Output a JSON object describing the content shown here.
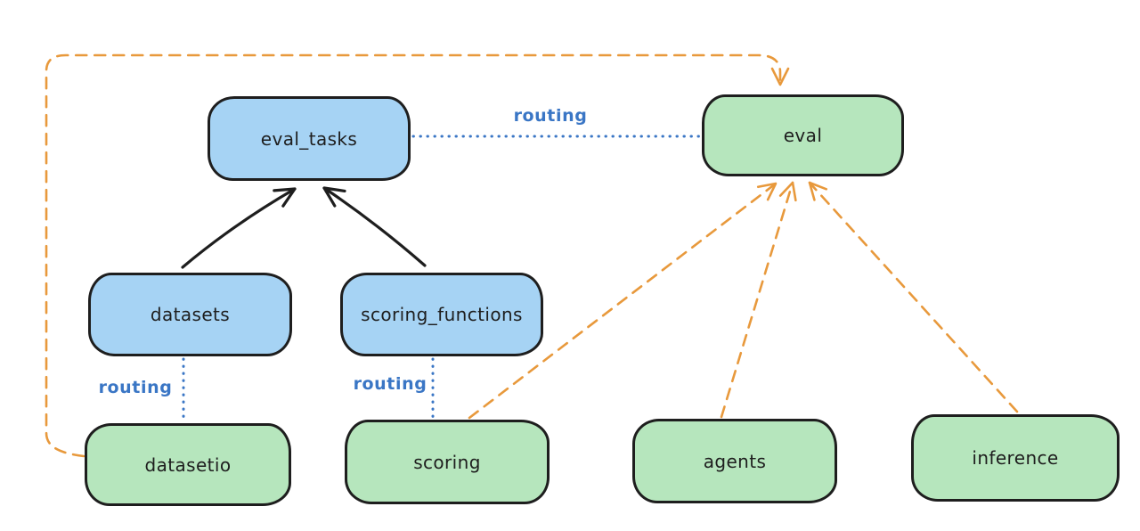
{
  "diagram": {
    "nodes": [
      {
        "id": "eval_tasks",
        "label": "eval_tasks",
        "fill": "blue"
      },
      {
        "id": "eval",
        "label": "eval",
        "fill": "green"
      },
      {
        "id": "datasets",
        "label": "datasets",
        "fill": "blue"
      },
      {
        "id": "scoring_functions",
        "label": "scoring_functions",
        "fill": "blue"
      },
      {
        "id": "datasetio",
        "label": "datasetio",
        "fill": "green"
      },
      {
        "id": "scoring",
        "label": "scoring",
        "fill": "green"
      },
      {
        "id": "agents",
        "label": "agents",
        "fill": "green"
      },
      {
        "id": "inference",
        "label": "inference",
        "fill": "green"
      }
    ],
    "edges": [
      {
        "from": "datasets",
        "to": "eval_tasks",
        "style": "solid",
        "color": "black",
        "arrowhead": true,
        "label": ""
      },
      {
        "from": "scoring_functions",
        "to": "eval_tasks",
        "style": "solid",
        "color": "black",
        "arrowhead": true,
        "label": ""
      },
      {
        "from": "eval_tasks",
        "to": "eval",
        "style": "dotted",
        "color": "blue",
        "arrowhead": false,
        "label": "routing"
      },
      {
        "from": "datasets",
        "to": "datasetio",
        "style": "dotted",
        "color": "blue",
        "arrowhead": false,
        "label": "routing"
      },
      {
        "from": "scoring_functions",
        "to": "scoring",
        "style": "dotted",
        "color": "blue",
        "arrowhead": false,
        "label": "routing"
      },
      {
        "from": "datasetio",
        "to": "eval",
        "style": "dashed",
        "color": "orange",
        "arrowhead": true,
        "label": ""
      },
      {
        "from": "scoring",
        "to": "eval",
        "style": "dashed",
        "color": "orange",
        "arrowhead": true,
        "label": ""
      },
      {
        "from": "agents",
        "to": "eval",
        "style": "dashed",
        "color": "orange",
        "arrowhead": true,
        "label": ""
      },
      {
        "from": "inference",
        "to": "eval",
        "style": "dashed",
        "color": "orange",
        "arrowhead": true,
        "label": ""
      }
    ],
    "colors": {
      "background": "#ffffff",
      "node-stroke": "#1e1e1e",
      "node-text": "#1e1e1e",
      "fill-blue": "#a6d3f4",
      "fill-green": "#b6e6bd",
      "edge-black": "#1e1e1e",
      "edge-orange": "#e8993c",
      "edge-blue": "#3a76c5"
    }
  }
}
